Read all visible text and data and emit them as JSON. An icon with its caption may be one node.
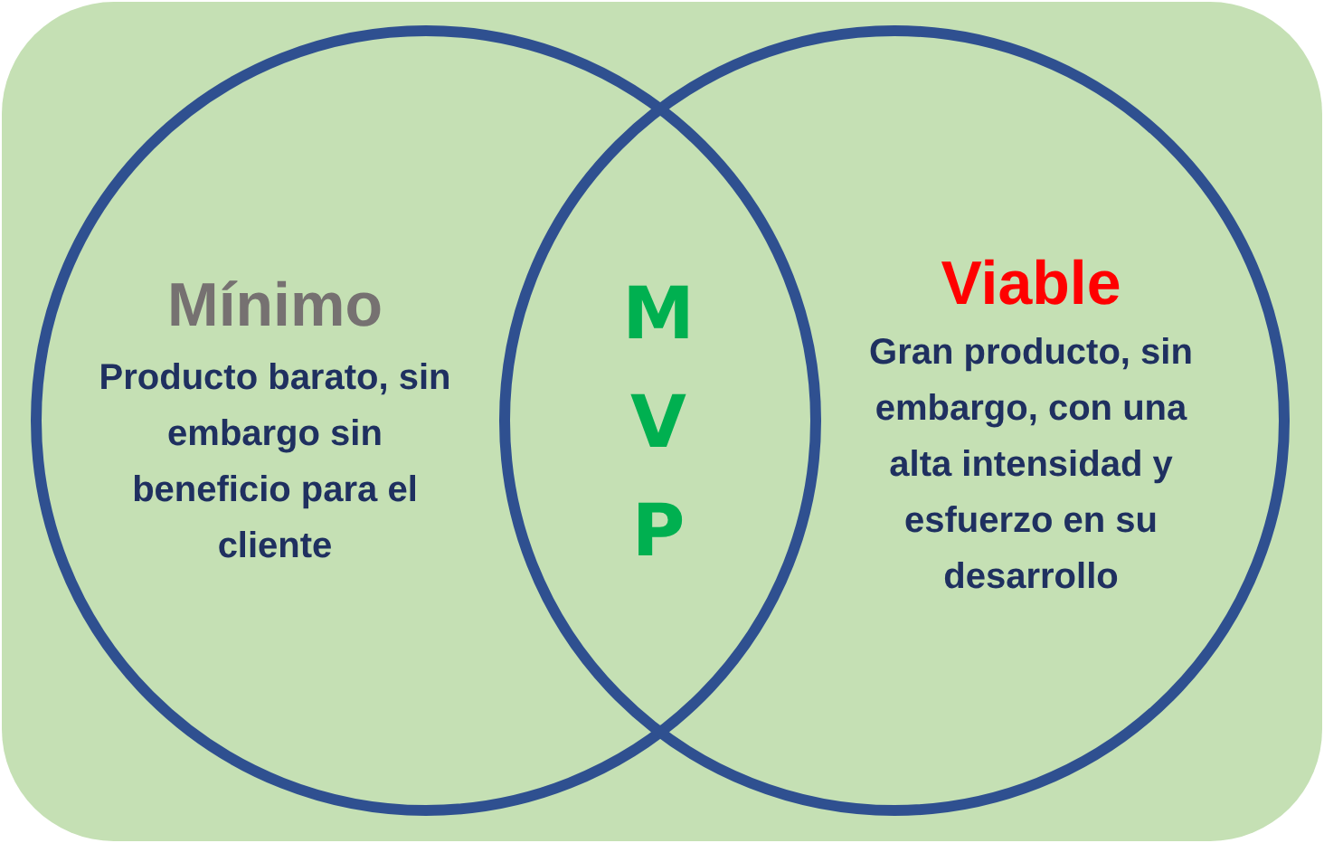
{
  "diagram": {
    "nodes": [
      {
        "text": [
          "Mínimo",
          "Producto barato, sin embargo sin beneficio para el cliente"
        ]
      },
      {
        "text": [
          "Viable",
          "Gran producto, sin embargo, con una alta intensidad y esfuerzo en su desarrollo"
        ]
      },
      {
        "text": [
          "M V P"
        ]
      }
    ]
  }
}
